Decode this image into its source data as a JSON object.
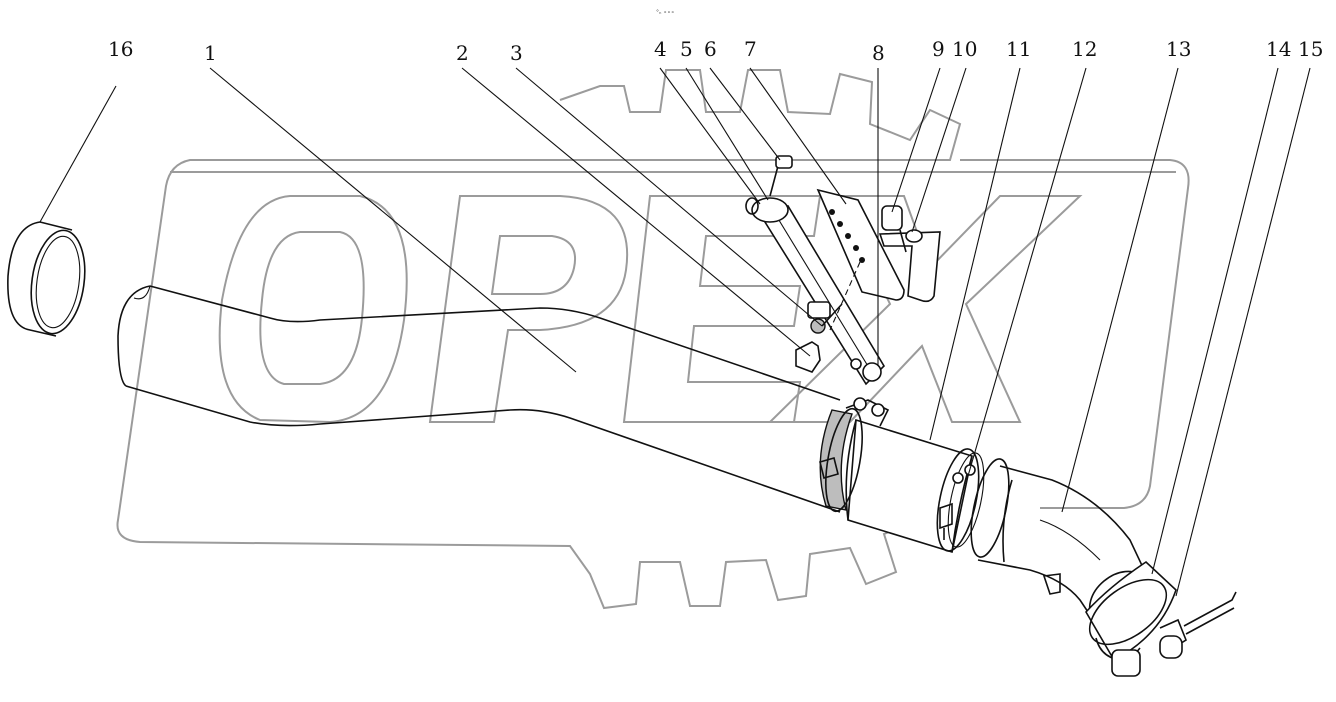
{
  "header": {
    "tiny_label": "°ₙ ∘∘∘"
  },
  "watermark": {
    "text": "OPEX"
  },
  "callouts": [
    {
      "id": "c16",
      "label": "16"
    },
    {
      "id": "c1",
      "label": "1"
    },
    {
      "id": "c2",
      "label": "2"
    },
    {
      "id": "c3",
      "label": "3"
    },
    {
      "id": "c4",
      "label": "4"
    },
    {
      "id": "c5",
      "label": "5"
    },
    {
      "id": "c6",
      "label": "6"
    },
    {
      "id": "c7",
      "label": "7"
    },
    {
      "id": "c8",
      "label": "8"
    },
    {
      "id": "c9",
      "label": "9"
    },
    {
      "id": "c10",
      "label": "10"
    },
    {
      "id": "c11",
      "label": "11"
    },
    {
      "id": "c12",
      "label": "12"
    },
    {
      "id": "c13",
      "label": "13"
    },
    {
      "id": "c14",
      "label": "14"
    },
    {
      "id": "c15",
      "label": "15"
    }
  ],
  "colors": {
    "line": "#111111",
    "watermark": "#9b9b9b",
    "background": "#ffffff"
  }
}
